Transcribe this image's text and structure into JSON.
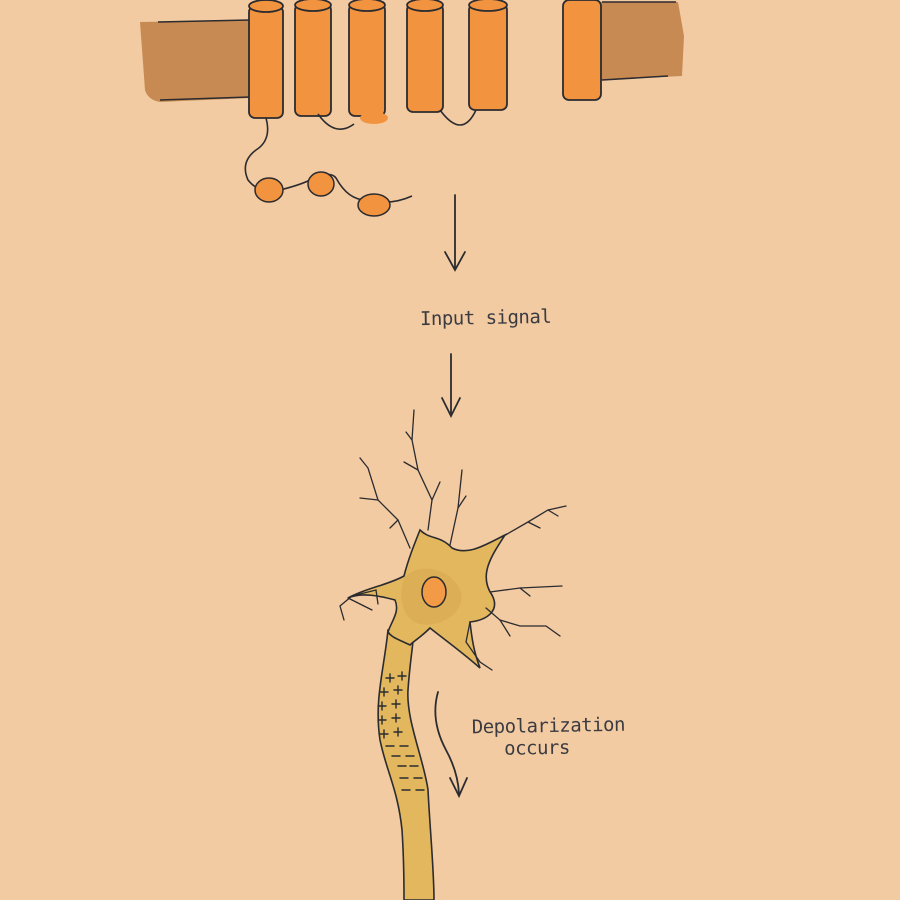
{
  "diagram": {
    "labels": {
      "input_signal": "Input signal",
      "depolarization_line1": "Depolarization",
      "depolarization_line2": "occurs"
    },
    "colors": {
      "background": "#f2cba2",
      "membrane": "#c78a52",
      "helix": "#f2943f",
      "neuron": "#e2b75e",
      "neuron_shade": "#d8a850",
      "nucleus": "#f29a45",
      "ink": "#2b2b30"
    },
    "icons": {
      "arrows": [
        "down-arrow-icon",
        "down-arrow-icon",
        "curved-down-arrow-icon"
      ]
    }
  }
}
